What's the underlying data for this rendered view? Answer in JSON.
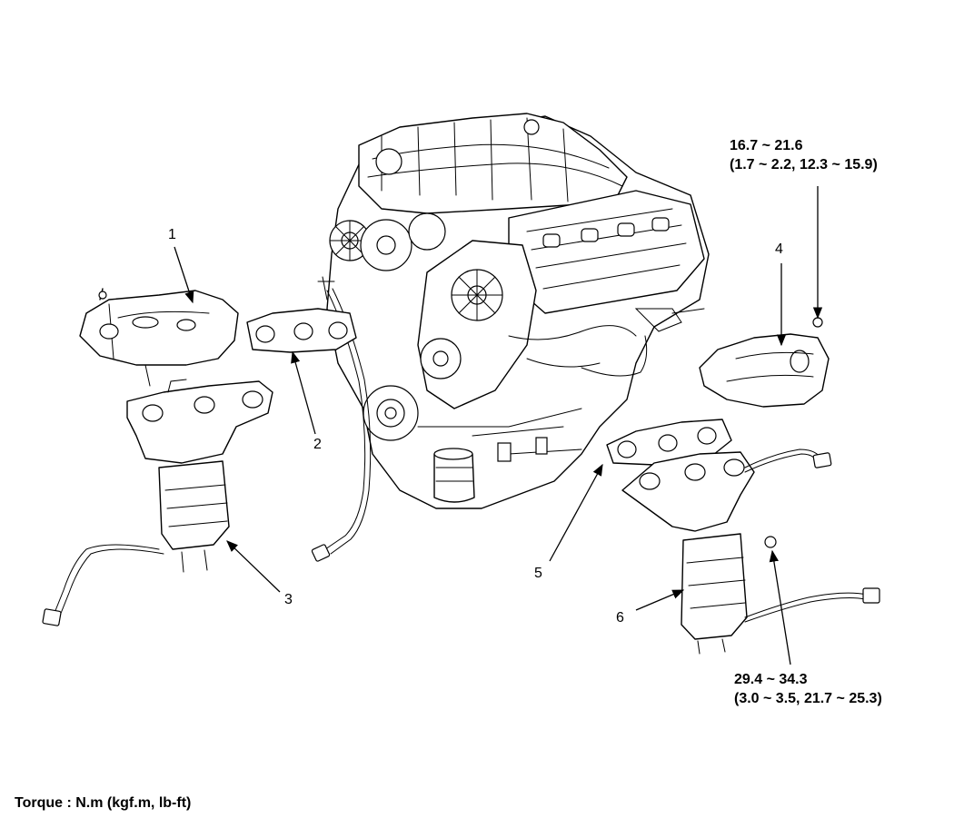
{
  "callouts": [
    {
      "id": "1",
      "label": "1"
    },
    {
      "id": "2",
      "label": "2"
    },
    {
      "id": "3",
      "label": "3"
    },
    {
      "id": "4",
      "label": "4"
    },
    {
      "id": "5",
      "label": "5"
    },
    {
      "id": "6",
      "label": "6"
    }
  ],
  "torque_specs": {
    "upper": {
      "line1": "16.7 ~ 21.6",
      "line2": "(1.7 ~ 2.2, 12.3 ~ 15.9)"
    },
    "lower": {
      "line1": "29.4 ~ 34.3",
      "line2": "(3.0 ~ 3.5, 21.7 ~ 25.3)"
    }
  },
  "footer": {
    "torque_units": "Torque : N.m (kgf.m, lb-ft)"
  }
}
